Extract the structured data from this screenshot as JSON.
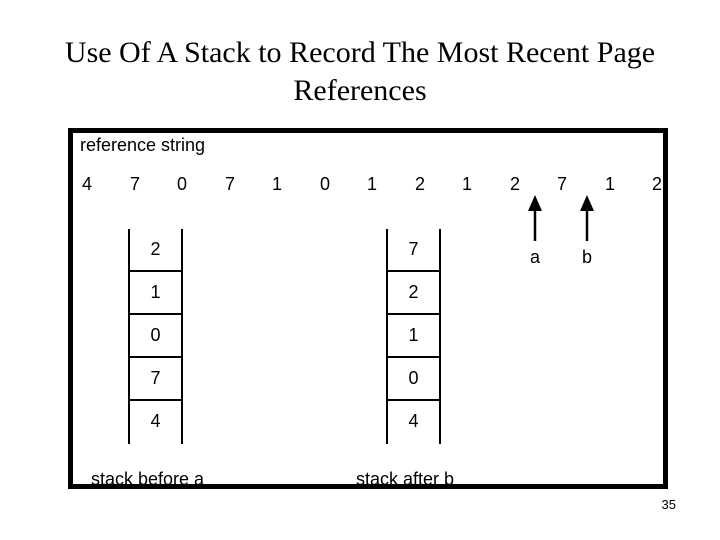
{
  "title": "Use Of A Stack to Record The Most Recent Page References",
  "diagram": {
    "reference_label": "reference string",
    "reference_string": [
      "4",
      "7",
      "0",
      "7",
      "1",
      "0",
      "1",
      "2",
      "1",
      "2",
      "7",
      "1",
      "2"
    ],
    "markers": [
      {
        "label": "a",
        "points_to_index": 9
      },
      {
        "label": "b",
        "points_to_index": 10
      }
    ],
    "stack_before": {
      "label": "stack before a",
      "items": [
        "2",
        "1",
        "0",
        "7",
        "4"
      ]
    },
    "stack_after": {
      "label": "stack after b",
      "items": [
        "7",
        "2",
        "1",
        "0",
        "4"
      ]
    }
  },
  "page_number": "35"
}
